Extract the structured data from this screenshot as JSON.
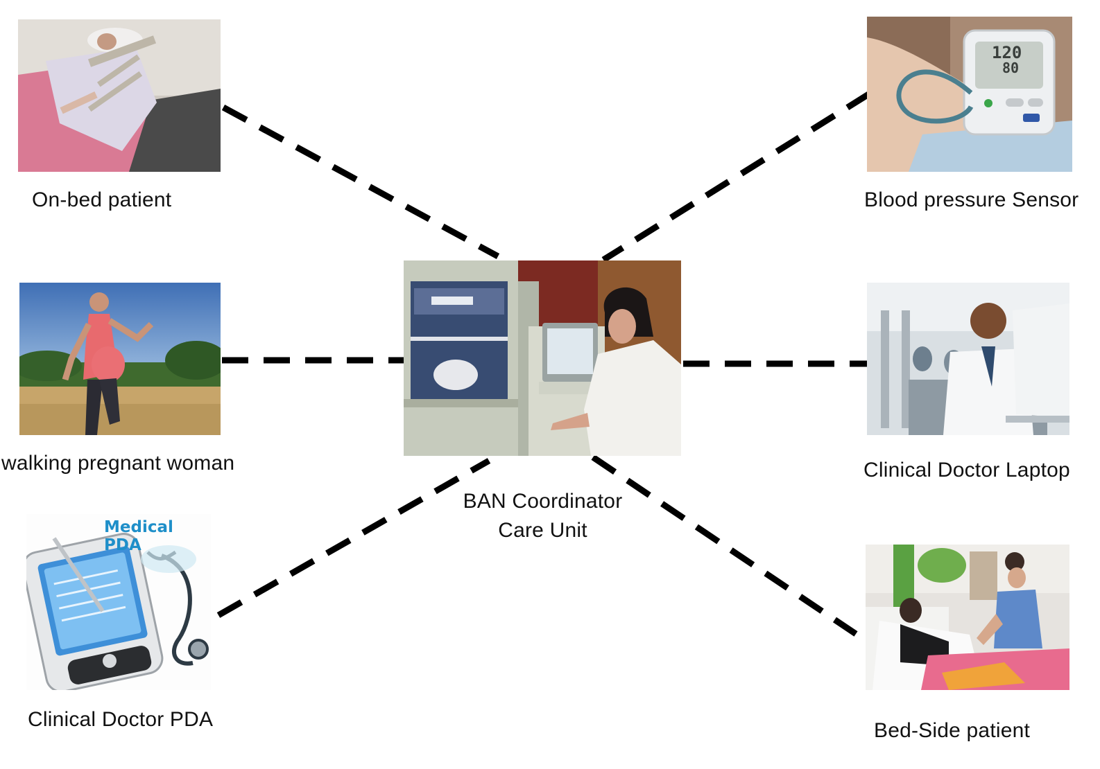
{
  "diagram": {
    "center": {
      "label_line1": "BAN Coordinator",
      "label_line2": "Care Unit",
      "image": "pharmacist-at-medication-cart-photo"
    },
    "nodes": [
      {
        "id": "on-bed-patient",
        "label": "On-bed patient",
        "image": "patient-lying-in-hospital-bed-photo"
      },
      {
        "id": "walking-pregnant-woman",
        "label": "walking pregnant woman",
        "image": "pregnant-woman-walking-in-field-photo"
      },
      {
        "id": "clinical-doctor-pda",
        "label": "Clinical Doctor PDA",
        "image": "medical-pda-with-stethoscope-photo",
        "image_caption": "Medical PDA"
      },
      {
        "id": "blood-pressure-sensor",
        "label": "Blood pressure Sensor",
        "image": "blood-pressure-monitor-on-arm-photo",
        "screen_values": [
          "120",
          "80"
        ]
      },
      {
        "id": "clinical-doctor-laptop",
        "label": "Clinical Doctor Laptop",
        "image": "doctor-at-computer-photo"
      },
      {
        "id": "bed-side-patient",
        "label": "Bed-Side patient",
        "image": "nurse-with-bedside-patient-photo"
      }
    ],
    "link_style": "dashed",
    "link_color": "#000000"
  }
}
